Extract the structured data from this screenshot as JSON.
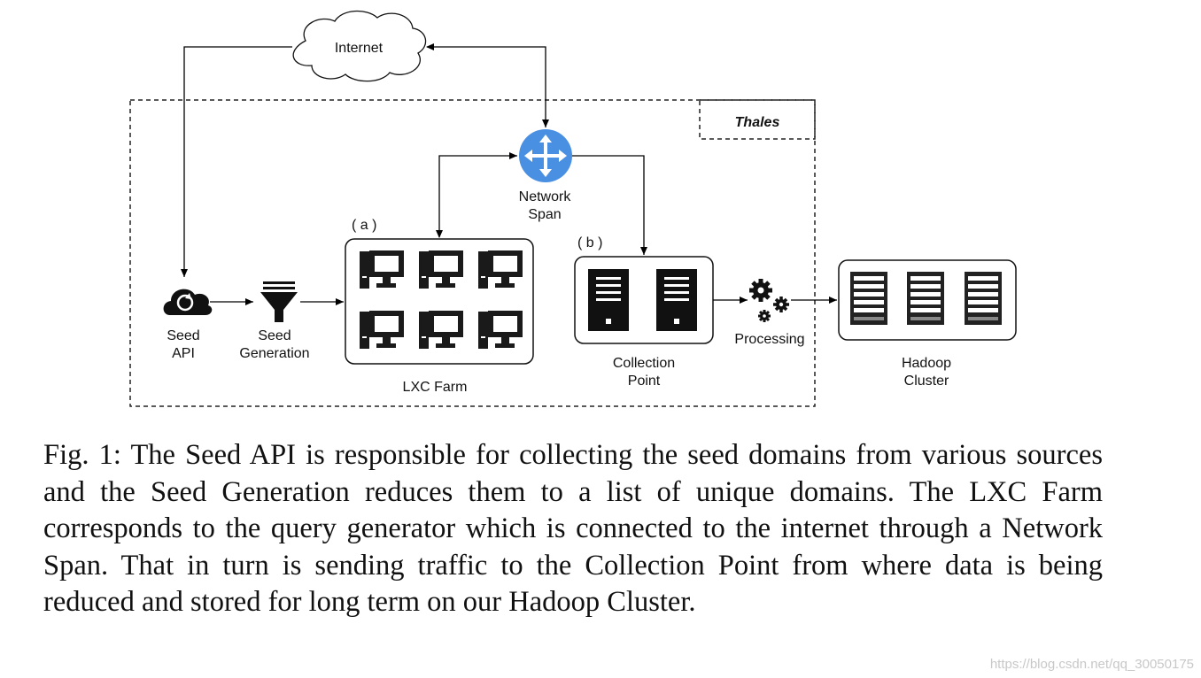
{
  "diagram": {
    "internet": "Internet",
    "thales": "Thales",
    "network_span": [
      "Network",
      "Span"
    ],
    "label_a": "( a )",
    "label_b": "( b )",
    "seed_api": [
      "Seed",
      "API"
    ],
    "seed_generation": [
      "Seed",
      "Generation"
    ],
    "lxc_farm": "LXC Farm",
    "collection_point": [
      "Collection",
      "Point"
    ],
    "processing": "Processing",
    "hadoop_cluster": [
      "Hadoop",
      "Cluster"
    ]
  },
  "caption": [
    "Fig. 1: The Seed API is responsible for collecting the seed domains from various",
    "sources and the Seed Generation reduces them to a list of unique domains. The",
    "LXC Farm corresponds to the query generator which is connected to the internet",
    "through a Network Span. That in turn is sending traffic to the Collection Point",
    "from where data is being reduced and stored for long term on our Hadoop",
    "Cluster."
  ],
  "watermark": "https://blog.csdn.net/qq_30050175"
}
